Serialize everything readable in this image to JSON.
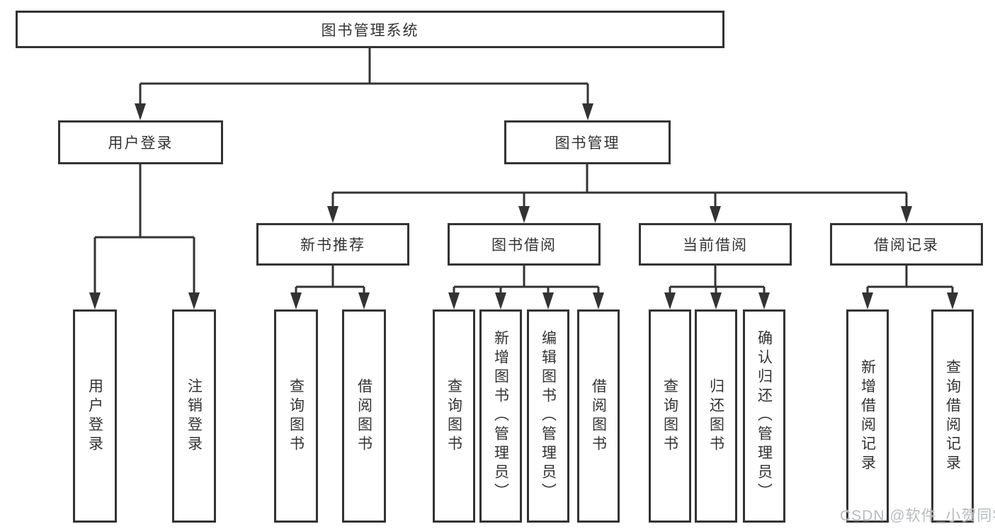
{
  "colors": {
    "line": "#333333",
    "text": "#333333",
    "background": "#ffffff",
    "watermark": "#b7bbbf"
  },
  "tree": {
    "label": "图书管理系统",
    "children": [
      {
        "label": "用户登录",
        "children": [
          {
            "label": "用户登录"
          },
          {
            "label": "注销登录"
          }
        ]
      },
      {
        "label": "图书管理",
        "children": [
          {
            "label": "新书推荐",
            "children": [
              {
                "label": "查询图书"
              },
              {
                "label": "借阅图书"
              }
            ]
          },
          {
            "label": "图书借阅",
            "children": [
              {
                "label": "查询图书"
              },
              {
                "label": "新增图书（管理员）"
              },
              {
                "label": "编辑图书（管理员）"
              },
              {
                "label": "借阅图书"
              }
            ]
          },
          {
            "label": "当前借阅",
            "children": [
              {
                "label": "查询图书"
              },
              {
                "label": "归还图书"
              },
              {
                "label": "确认归还（管理员）"
              }
            ]
          },
          {
            "label": "借阅记录",
            "children": [
              {
                "label": "新增借阅记录"
              },
              {
                "label": "查询借阅记录"
              }
            ]
          }
        ]
      }
    ]
  },
  "watermark": {
    "text": "CSDN @软件_小贺同学"
  }
}
